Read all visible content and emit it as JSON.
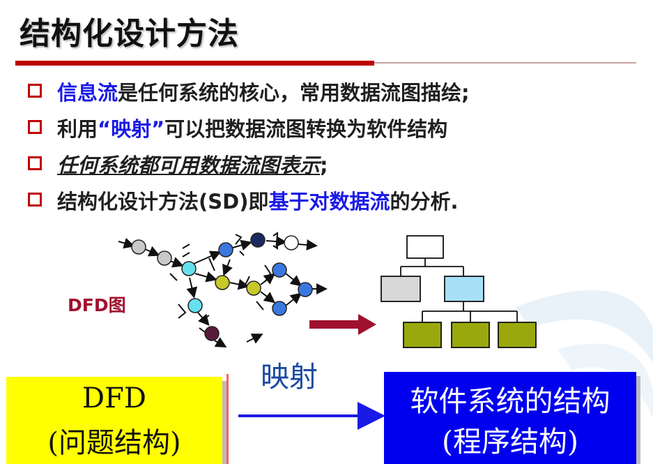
{
  "title": "结构化设计方法",
  "bullets": [
    {
      "parts": [
        {
          "text": "信息流",
          "style": "blue"
        },
        {
          "text": "是任何系统的核心，常用数据流图描绘;",
          "style": "normal"
        }
      ]
    },
    {
      "parts": [
        {
          "text": "利用",
          "style": "normal"
        },
        {
          "text": "“映射”",
          "style": "blue"
        },
        {
          "text": "可以把数据流图转换为软件结构",
          "style": "normal"
        }
      ]
    },
    {
      "parts": [
        {
          "text": "任何系统都可用数据流图表示",
          "style": "italic"
        },
        {
          "text": ";",
          "style": "normal"
        }
      ]
    },
    {
      "parts": [
        {
          "text": "结构化设计方法(SD)即",
          "style": "normal"
        },
        {
          "text": "基于对数据流",
          "style": "blue"
        },
        {
          "text": "的分析.",
          "style": "normal"
        }
      ]
    }
  ],
  "diagram": {
    "dfd_label": "DFD图",
    "mapping_label": "映射",
    "left_box": {
      "line1": "DFD",
      "line2": "(问题结构)"
    },
    "right_box": {
      "line1": "软件系统的结构",
      "line2": "(程序结构)"
    }
  },
  "colors": {
    "accent_red": "#c00000",
    "highlight_blue": "#1a1ae6",
    "node_gray": "#c8c8c8",
    "node_cyan": "#66e0ee",
    "node_olive": "#c8c828",
    "node_blue": "#3a78e0",
    "node_navy": "#1a2a60",
    "node_purple": "#5a1a3a",
    "module_green": "#9aa80e",
    "module_lightblue": "#a8e0f8",
    "module_gray": "#d8d8d8"
  }
}
